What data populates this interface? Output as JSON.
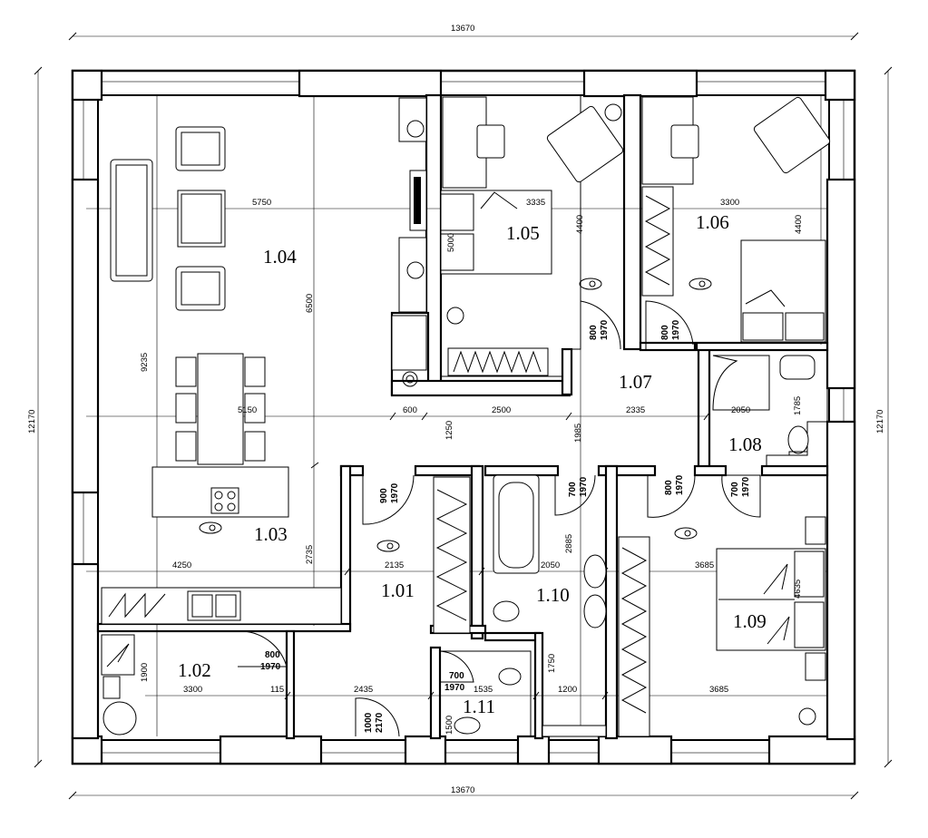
{
  "rooms": {
    "r101": "1.01",
    "r102": "1.02",
    "r103": "1.03",
    "r104": "1.04",
    "r105": "1.05",
    "r106": "1.06",
    "r107": "1.07",
    "r108": "1.08",
    "r109": "1.09",
    "r110": "1.10",
    "r111": "1.11"
  },
  "dimensions": {
    "overall_top": "13670",
    "overall_bottom": "13670",
    "overall_left": "12170",
    "overall_right": "12170",
    "d5750": "5750",
    "d3335": "3335",
    "d3300_top": "3300",
    "d5000": "5000",
    "d4400_a": "4400",
    "d4400_b": "4400",
    "d6500": "6500",
    "d9235": "9235",
    "d5150": "5150",
    "d600": "600",
    "d2500": "2500",
    "d2335": "2335",
    "d2050_a": "2050",
    "d1785": "1785",
    "d1250": "1250",
    "d1985": "1985",
    "d4250": "4250",
    "d2735": "2735",
    "d2135": "2135",
    "d2050_b": "2050",
    "d2885": "2885",
    "d3685_a": "3685",
    "d4635": "4635",
    "d1900": "1900",
    "d3300_bottom": "3300",
    "d115": "115",
    "d2435": "2435",
    "d1535": "1535",
    "d1750": "1750",
    "d1200": "1200",
    "d3685_b": "3685",
    "d1500": "1500"
  },
  "doors": {
    "d105_w": "800",
    "d105_h": "1970",
    "d106_w": "800",
    "d106_h": "1970",
    "d101_w": "900",
    "d101_h": "1970",
    "d110_w": "700",
    "d110_h": "1970",
    "d108a_w": "800",
    "d108a_h": "1970",
    "d108b_w": "700",
    "d108b_h": "1970",
    "d102_w": "800",
    "d102_h": "1970",
    "d111_w": "700",
    "d111_h": "1970",
    "entry_w": "1000",
    "entry_h": "2170"
  }
}
